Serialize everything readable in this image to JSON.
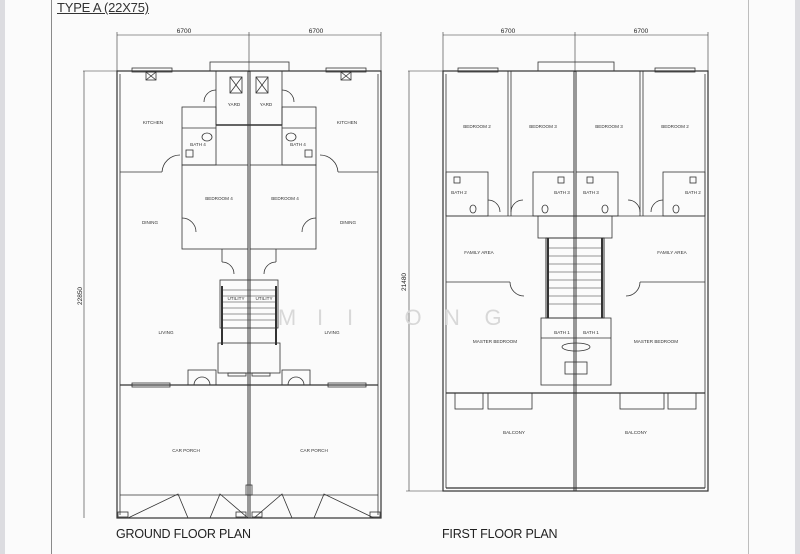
{
  "title": "TYPE A (22X75)",
  "ground_floor": {
    "caption": "GROUND FLOOR PLAN",
    "width_dims": [
      "6700",
      "6700"
    ],
    "depth_dim": "22850",
    "rooms": {
      "yard_left": "YARD",
      "yard_right": "YARD",
      "kitchen_left": "KITCHEN",
      "kitchen_right": "KITCHEN",
      "bath_left": "BATH 4",
      "bath_right": "BATH 4",
      "bedroom_left": "BEDROOM 4",
      "bedroom_right": "BEDROOM 4",
      "dining_left": "DINING",
      "dining_right": "DINING",
      "utility_left": "UTILITY",
      "utility_right": "UTILITY",
      "living_left": "LIVING",
      "living_right": "LIVING",
      "carporch_left": "CAR PORCH",
      "carporch_right": "CAR PORCH"
    }
  },
  "first_floor": {
    "caption": "FIRST FLOOR PLAN",
    "width_dims": [
      "6700",
      "6700"
    ],
    "depth_dim": "21480",
    "rooms": {
      "bedroom2_left": "BEDROOM 2",
      "bedroom3_left": "BEDROOM 3",
      "bedroom3_right": "BEDROOM 3",
      "bedroom2_right": "BEDROOM 2",
      "bath2_left": "BATH 2",
      "bath3_left": "BATH 3",
      "bath3_right": "BATH 3",
      "bath2_right": "BATH 2",
      "family_left": "FAMILY AREA",
      "family_right": "FAMILY AREA",
      "bath1_left": "BATH 1",
      "bath1_right": "BATH 1",
      "master_left": "MASTER BEDROOM",
      "master_right": "MASTER BEDROOM",
      "balcony_left": "BALCONY",
      "balcony_right": "BALCONY"
    }
  },
  "watermark": [
    "M",
    "I",
    "I",
    "O",
    "N",
    "G"
  ]
}
